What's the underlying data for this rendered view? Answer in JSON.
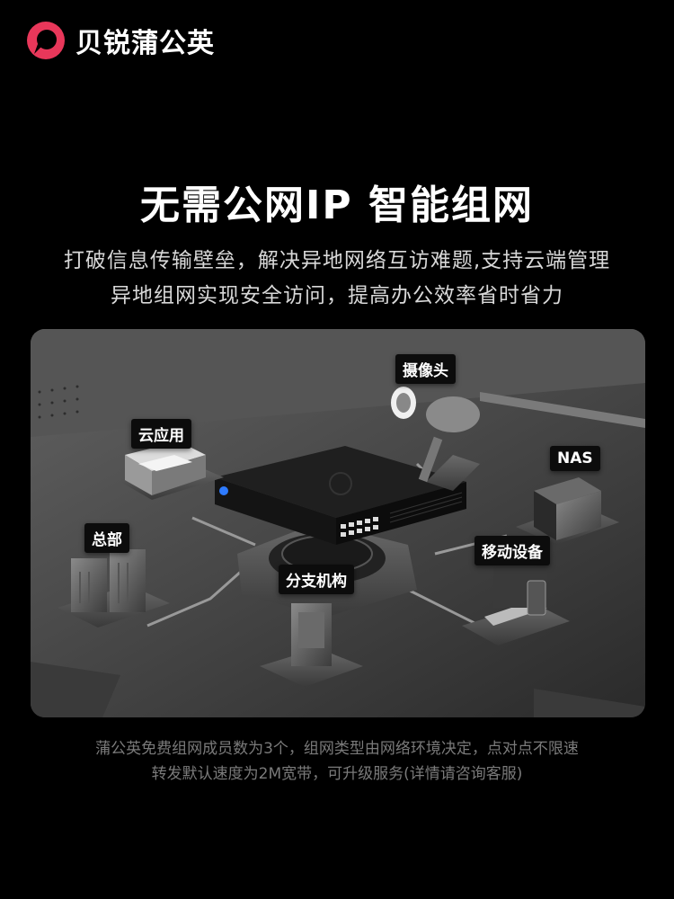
{
  "brand": {
    "name": "贝锐蒲公英",
    "logo_icon": "dandelion-logo-icon",
    "logo_color": "#e8375a"
  },
  "headline": "无需公网IP  智能组网",
  "subtitle": {
    "line1": "打破信息传输壁垒，解决异地网络互访难题,支持云端管理",
    "line2": "异地组网实现安全访问，提高办公效率省时省力"
  },
  "scene": {
    "labels": {
      "camera": "摄像头",
      "cloud": "云应用",
      "nas": "NAS",
      "hq": "总部",
      "branch": "分支机构",
      "mobile": "移动设备"
    }
  },
  "footnote": {
    "line1": "蒲公英免费组网成员数为3个，组网类型由网络环境决定，点对点不限速",
    "line2": "转发默认速度为2M宽带，可升级服务(详情请咨询客服)"
  }
}
